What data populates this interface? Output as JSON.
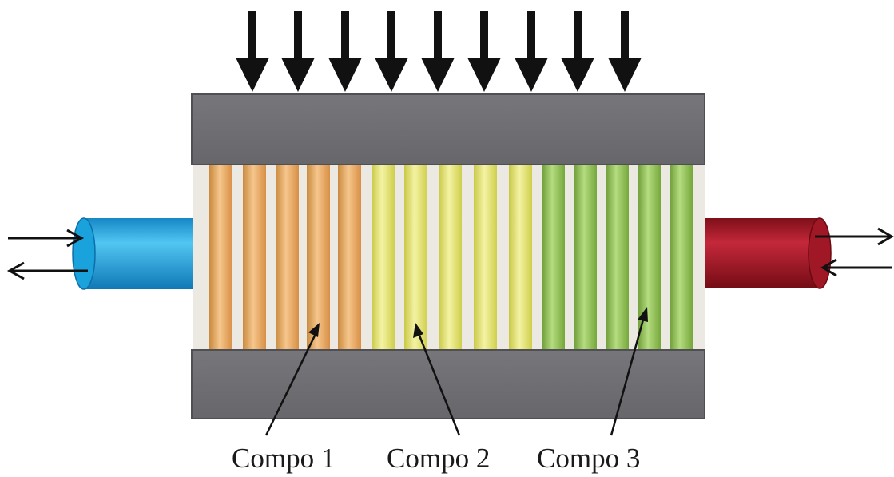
{
  "labels": {
    "compo1": "Compo 1",
    "compo2": "Compo 2",
    "compo3": "Compo 3"
  },
  "colors": {
    "plate": "#6e6e72",
    "plate_edge": "#55555a",
    "cavity": "#ece9e2",
    "compo1": "#e9a35c",
    "compo2": "#dfe06a",
    "compo3": "#8cbd4f",
    "inlet_pipe": "#19a3dd",
    "outlet_pipe": "#9b1420",
    "arrow": "#111111"
  },
  "icons": {
    "pressure": "down-arrow-icon",
    "flow": "flow-arrow-icon"
  }
}
